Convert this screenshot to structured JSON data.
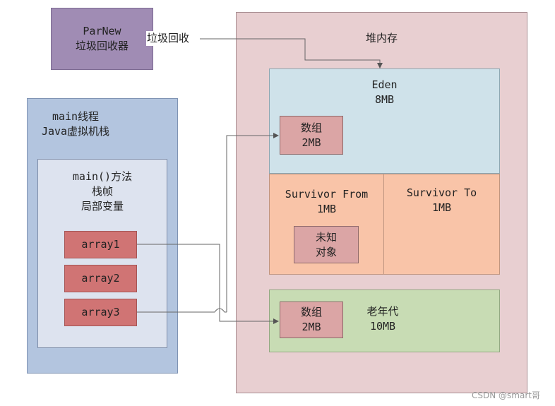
{
  "gc": {
    "line1": "ParNew",
    "line2": "垃圾回收器",
    "arrow_label": "垃圾回收"
  },
  "thread": {
    "line1": "main线程",
    "line2": "Java虚拟机栈"
  },
  "frame": {
    "line1": "main()方法",
    "line2": "栈帧",
    "line3": "局部变量"
  },
  "variables": [
    "array1",
    "array2",
    "array3"
  ],
  "heap": {
    "title": "堆内存",
    "eden": {
      "name": "Eden",
      "size": "8MB"
    },
    "survivor_from": {
      "name": "Survivor From",
      "size": "1MB"
    },
    "survivor_to": {
      "name": "Survivor To",
      "size": "1MB"
    },
    "old_gen": {
      "name": "老年代",
      "size": "10MB"
    }
  },
  "objects": {
    "eden_array": {
      "line1": "数组",
      "line2": "2MB"
    },
    "survivor_unknown": {
      "line1": "未知",
      "line2": "对象"
    },
    "old_array": {
      "line1": "数组",
      "line2": "2MB"
    }
  },
  "watermark": "CSDN @smart哥",
  "colors": {
    "gc_fill": "#a08cb4",
    "thread_fill": "#b3c5df",
    "frame_fill": "#dde3ef",
    "variable_fill": "#d07474",
    "heap_fill": "#e8cfd1",
    "eden_fill": "#cfe2ea",
    "survivor_fill": "#f9c4a8",
    "old_fill": "#c8dcb4",
    "object_fill": "#dba5a5",
    "connector": "#666666"
  }
}
